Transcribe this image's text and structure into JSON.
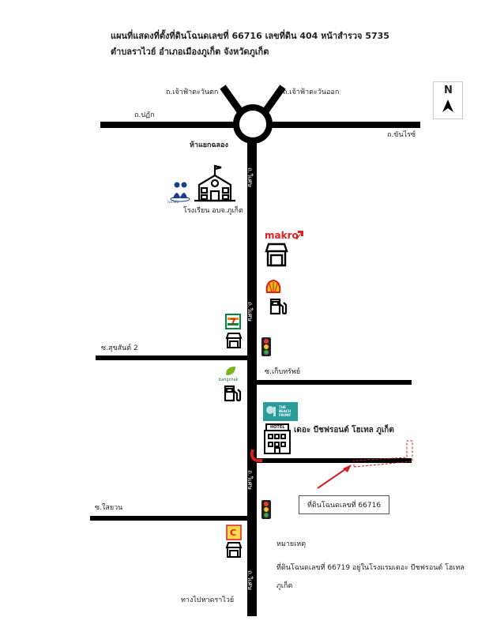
{
  "title": {
    "line1": "แผนที่แสดงที่ตั้งที่ดินโฉนดเลขที่ 66716 เลขที่ดิน 404 หน้าสำรวจ 5735",
    "line2": "ตำบลราไวย์ อำเภอเมืองภูเก็ต จังหวัดภูเก็ต"
  },
  "compass": {
    "letter": "N"
  },
  "roads": {
    "west_upper": "ถ.เจ้าฟ้าตะวันตก",
    "east_upper": "ถ.เจ้าฟ้าตะวันออก",
    "paklok": "ถ.ปฏัก",
    "chanrai": "ถ.ขันไรซ์",
    "junction": "ห้าแยกฉลอง",
    "main_road_1": "ถ.วิเศษ",
    "main_road_2": "ถ.วิเศษ",
    "main_road_3": "ถ.วิเศษ",
    "main_road_4": "ถ.วิเศษ",
    "soi_suksan": "ซ.สุขสันต์ 2",
    "soi_kebsap": "ซ.เก็บทรัพย์",
    "soi_saiyuan": "ซ.ใสยวน",
    "to_rawai": "ทางไปหาดราไวย์"
  },
  "places": {
    "school": "โรงเรียน อบจ.ภูเก็ต",
    "school_logo_text": "โรงเรียน",
    "makro": "makro",
    "bangchak": "bangchak",
    "hotel_sign": "HOTEL",
    "beachfront_logo": "THE BEACH FRONT",
    "hotel_name": "เดอะ บีชฟรอนต์ โฮเทล ภูเก็ต",
    "seven_eleven": "7",
    "cj": "C"
  },
  "parcel_label": "ที่ดินโฉนดเลขที่ 66716",
  "note": {
    "heading": "หมายเหตุ",
    "line1": "ที่ดินโฉนดเลขที่ 66719 อยู่ในโรงแรมเดอะ บีชฟรอนต์ โฮเทล",
    "line2": "ภูเก็ต"
  },
  "colors": {
    "road": "#000000",
    "parcel": "#d42020",
    "makro_red": "#e02020",
    "shell_yellow": "#f5c400",
    "shell_red": "#dd1d21",
    "bangchak_green": "#7ab51d",
    "beachfront_teal": "#2a9d9b",
    "seven_green": "#008a3e",
    "seven_orange": "#f08a00"
  }
}
